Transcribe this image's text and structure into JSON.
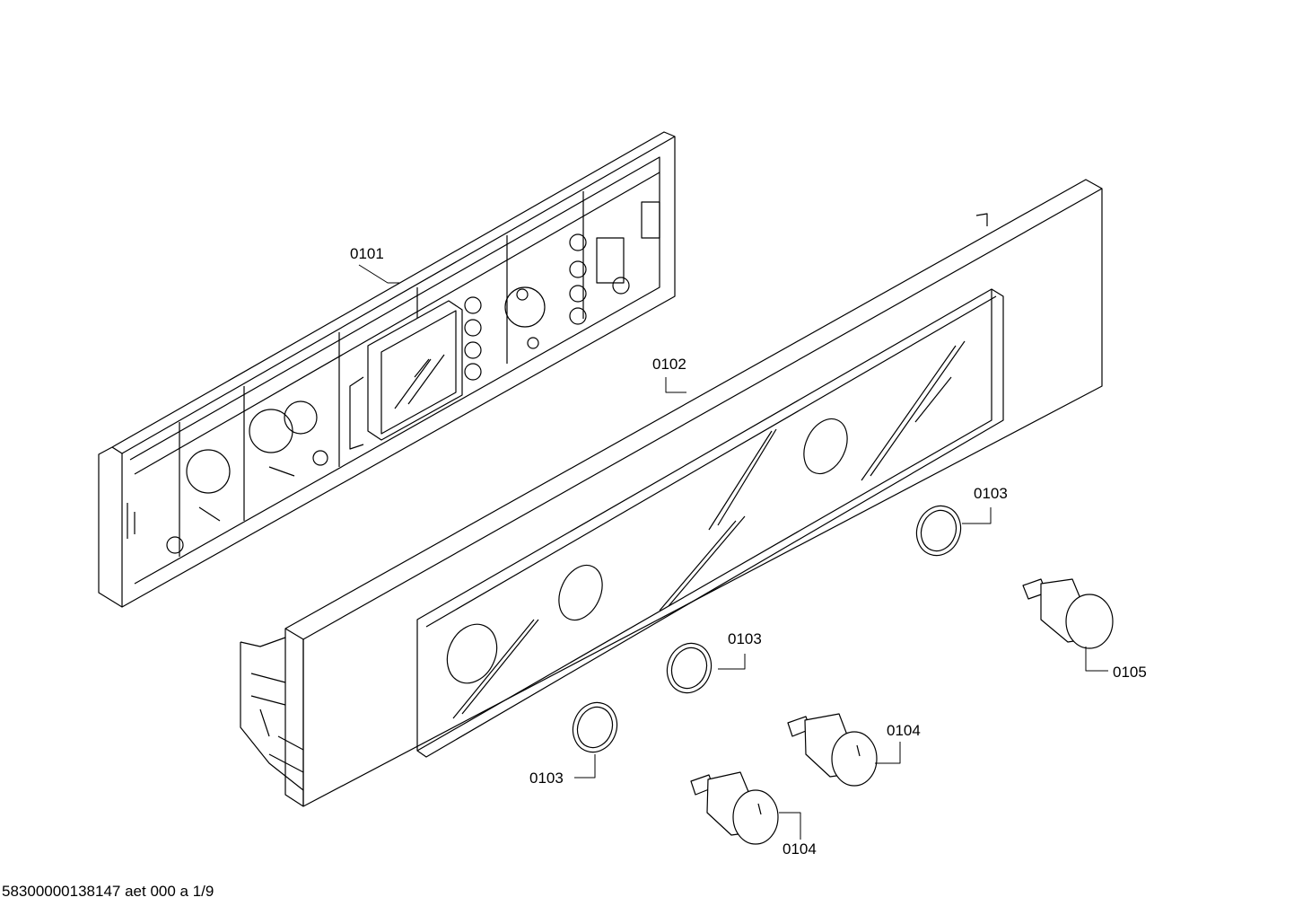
{
  "labels": {
    "panel_frame": "0101",
    "front_panel": "0102",
    "ring_right": "0103",
    "ring_middle": "0103",
    "ring_left": "0103",
    "knob_top": "0104",
    "knob_bottom": "0104",
    "knob_right": "0105"
  },
  "footer": "58300000138147 aet 000 a 1/9"
}
